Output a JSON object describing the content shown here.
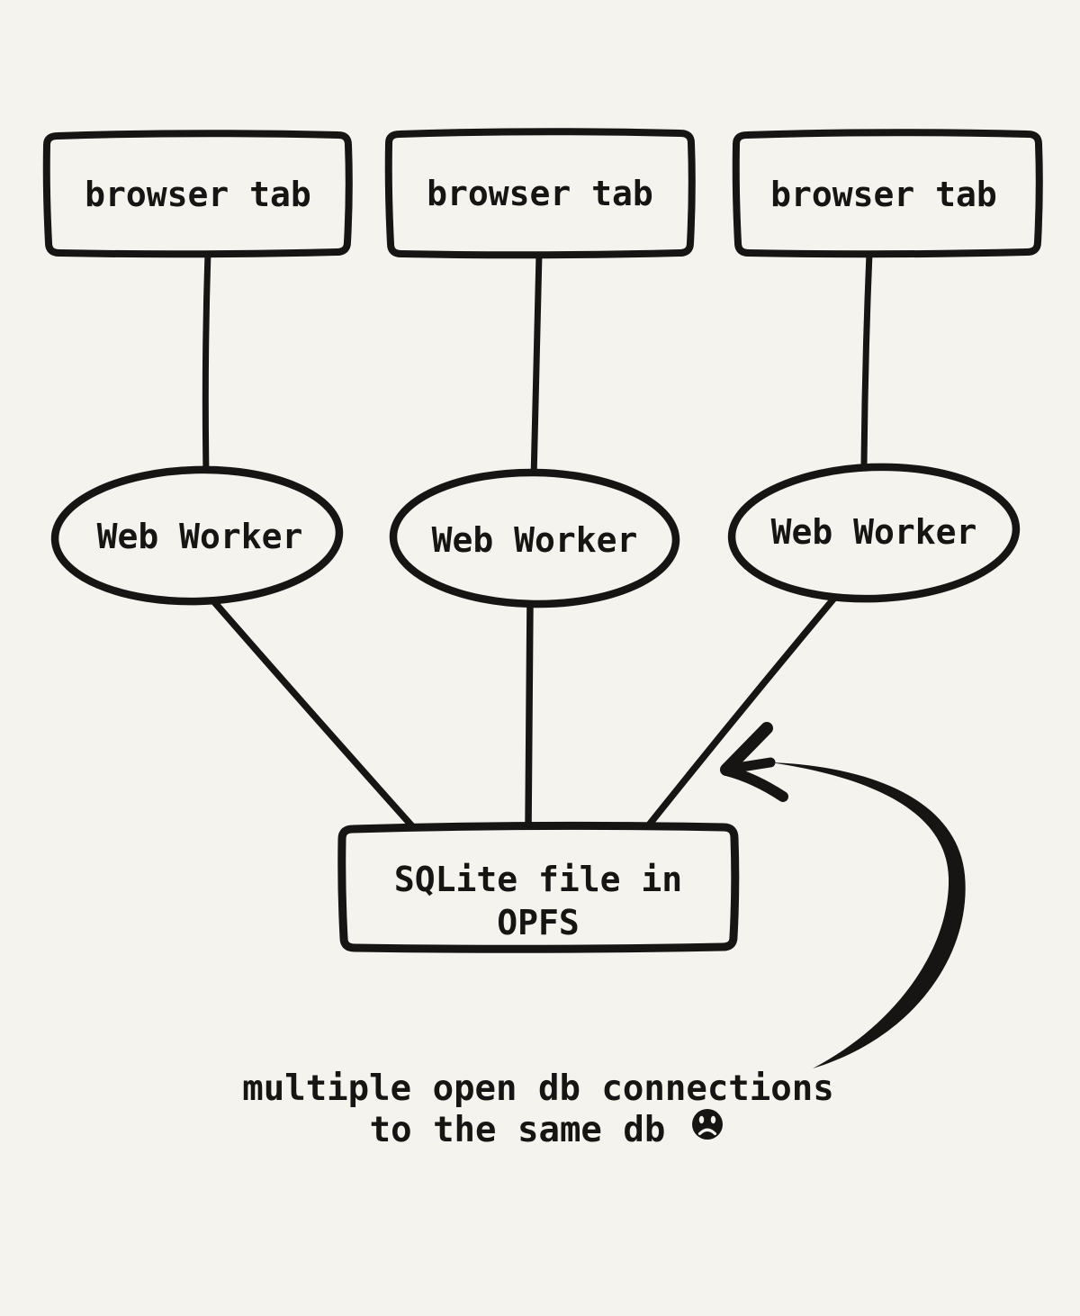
{
  "canvas": {
    "background_color": "#f5f3ee",
    "ink_color": "#171513",
    "style": "hand-drawn sketch"
  },
  "nodes": {
    "browser_tabs": [
      {
        "id": "browser-tab-1",
        "label": "browser tab"
      },
      {
        "id": "browser-tab-2",
        "label": "browser tab"
      },
      {
        "id": "browser-tab-3",
        "label": "browser tab"
      }
    ],
    "web_workers": [
      {
        "id": "web-worker-1",
        "label": "Web Worker"
      },
      {
        "id": "web-worker-2",
        "label": "Web Worker"
      },
      {
        "id": "web-worker-3",
        "label": "Web Worker"
      }
    ],
    "sqlite_file": {
      "id": "sqlite-opfs",
      "label_line1": "SQLite file in",
      "label_line2": "OPFS"
    }
  },
  "edges": [
    {
      "from": "browser-tab-1",
      "to": "web-worker-1"
    },
    {
      "from": "browser-tab-2",
      "to": "web-worker-2"
    },
    {
      "from": "browser-tab-3",
      "to": "web-worker-3"
    },
    {
      "from": "web-worker-1",
      "to": "sqlite-opfs"
    },
    {
      "from": "web-worker-2",
      "to": "sqlite-opfs"
    },
    {
      "from": "web-worker-3",
      "to": "sqlite-opfs"
    }
  ],
  "annotation": {
    "arrow_target": "web-worker-3 to sqlite-opfs connection",
    "caption_line1": "multiple open db connections",
    "caption_line2": "to the same db",
    "icon": "sad-face",
    "icon_char": "☹"
  }
}
